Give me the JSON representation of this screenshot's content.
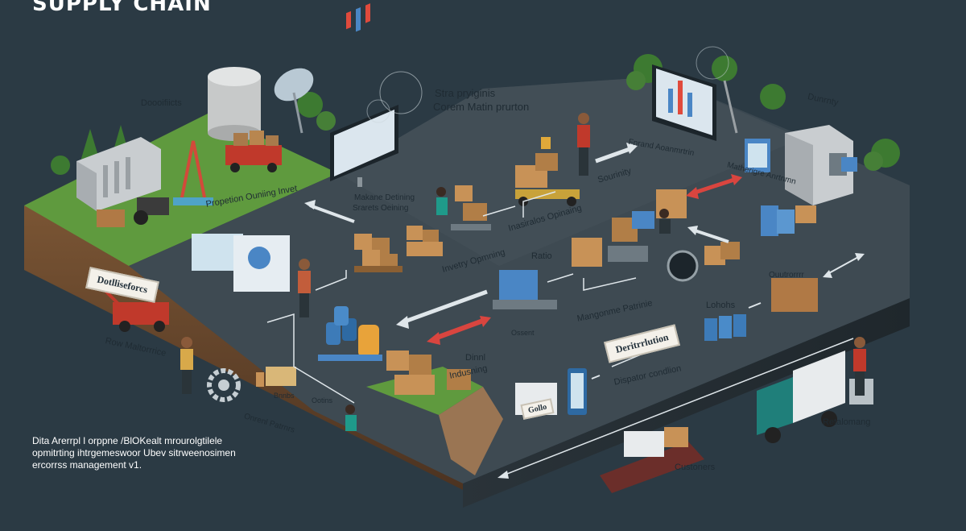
{
  "title": "SUPPLY CHAIN",
  "top_note": [
    "Stra pryiginis",
    "Corem Matin prurton"
  ],
  "labels": {
    "suppliers": "Doooifiicts",
    "production": "Propetion Ouniing Invet",
    "monitor_left": "Makane Detining",
    "monitor_left_2": "Srarets Oeining",
    "inventory": "Invetry Opmning",
    "inventory_right": "Inasiralos Opinaing",
    "sourcing": "Sourinity",
    "ratio": "Ratio",
    "dinnl": "Dinnl",
    "industry": "Indusning",
    "manufacturing": "Mangonme Patrinie",
    "frrand": "Fnrand Aoanmrtrin",
    "warehouse": "Dunrnty",
    "matherigre": "Matherigre Anrtnmn",
    "raw_materials": "Row Maltorrrice",
    "delivery": "Onrenl Patrnrs",
    "logistics": "Lohohs",
    "disposal": "Dispator condlion",
    "outdoor": "Ouutrorrrr",
    "customers": "Custoners",
    "retail": "Retalomang",
    "osent": "Ossent",
    "bnnbs": "Bnnbs",
    "nu": "Ootins"
  },
  "tags": {
    "distributors": "Dotlliseforcs",
    "distribution": "Deritrrlution",
    "gollo": "Gollo"
  },
  "description": [
    "Dita Arerrpl l orppne /BlOKealt mrourolgtilele",
    "opmitrting ihtrgemeswoor Ubev sitrweenosimen",
    "ercorrss management v1."
  ],
  "colors": {
    "background": "#2b3a44",
    "platform_top": "#3e4a52",
    "grass": "#5f9a3e",
    "soil": "#6b4a2e",
    "arrow_red": "#d9453f",
    "arrow_white": "#dfe6ea"
  }
}
